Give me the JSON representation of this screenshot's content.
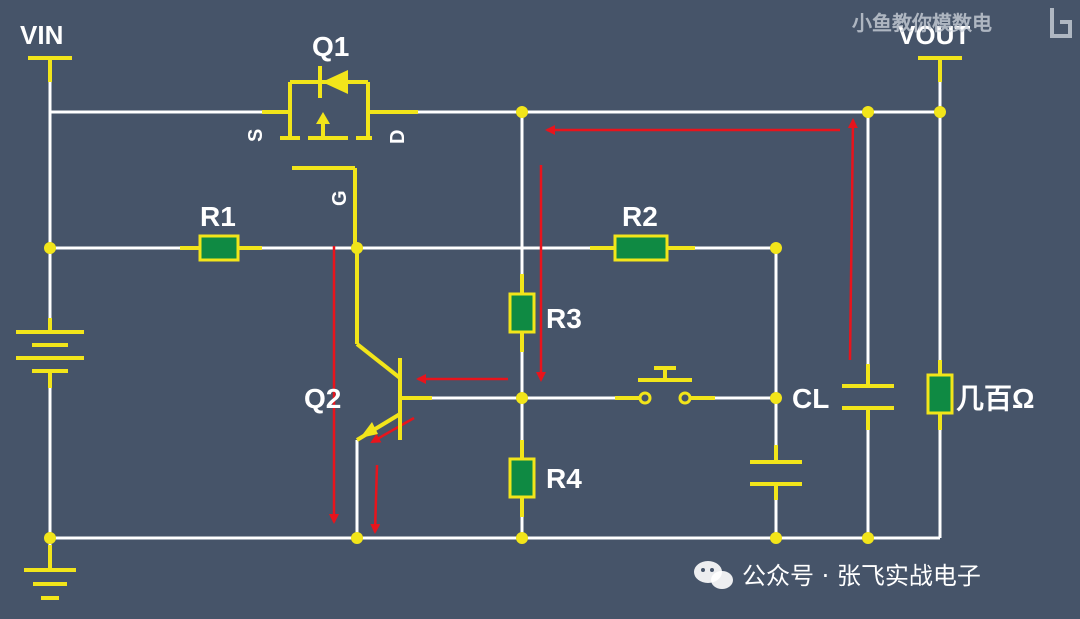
{
  "labels": {
    "vin": "VIN",
    "vout": "VOUT",
    "q1": "Q1",
    "q2": "Q2",
    "s": "S",
    "d": "D",
    "g": "G",
    "r1": "R1",
    "r2": "R2",
    "r3": "R3",
    "r4": "R4",
    "cl": "CL",
    "load": "几百Ω"
  },
  "watermark": "小鱼教你模数电",
  "footer": {
    "text": "公众号 · 张飞实战电子",
    "icon": "wechat-icon"
  },
  "colors": {
    "background": "#465469",
    "wire": "#ffffff",
    "component": "#f2e51a",
    "resistor_body": "#0f8a43",
    "current_arrow": "#e8141c"
  }
}
